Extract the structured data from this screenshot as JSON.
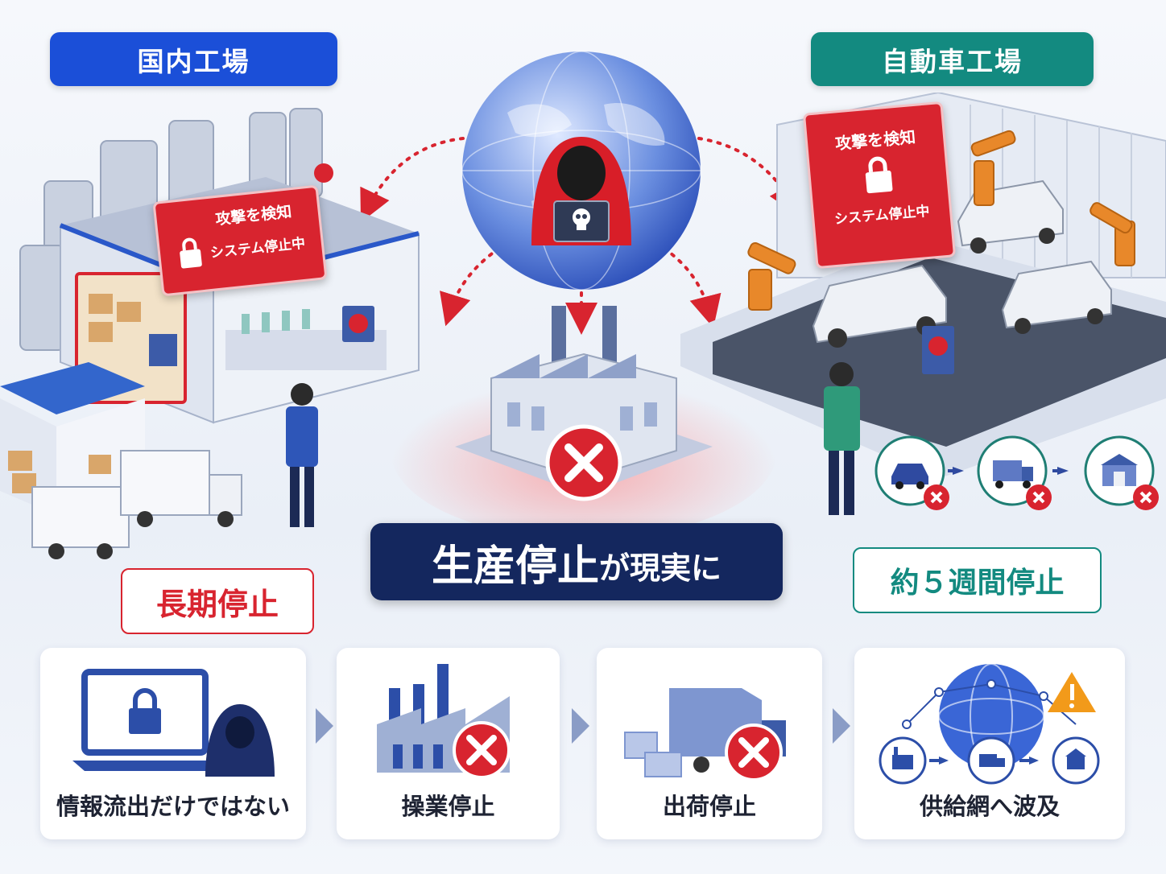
{
  "left": {
    "title": "国内工場",
    "warning_line1": "攻撃を検知",
    "warning_line2": "システム停止中",
    "status": "長期停止"
  },
  "right": {
    "title": "自動車工場",
    "warning_line1": "攻撃を検知",
    "warning_line2": "システム停止中",
    "status": "約５週間停止"
  },
  "center": {
    "headline_main": "生産停止",
    "headline_tail": "が現実に"
  },
  "flow": [
    {
      "label": "情報流出だけではない",
      "icon": "laptop-lock-hacker-icon"
    },
    {
      "label": "操業停止",
      "icon": "factory-stopped-icon"
    },
    {
      "label": "出荷停止",
      "icon": "shipping-stopped-icon"
    },
    {
      "label": "供給網へ波及",
      "icon": "supply-chain-globe-icon"
    }
  ],
  "colors": {
    "blue": "#1b4fd8",
    "teal": "#138a80",
    "red": "#d8242f",
    "navy": "#14275e",
    "text": "#1e2333"
  }
}
